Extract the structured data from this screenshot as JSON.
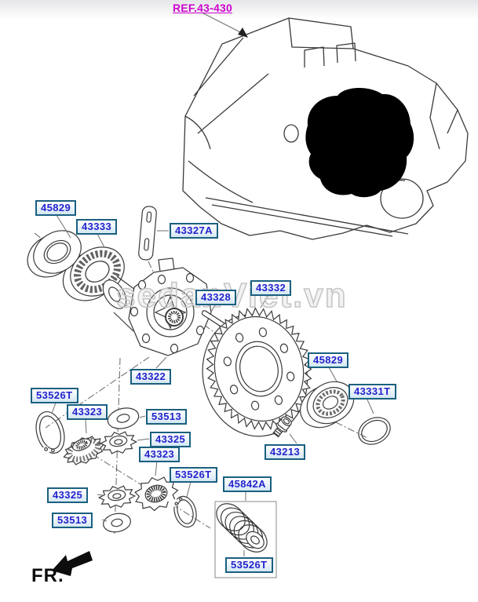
{
  "ref_link": {
    "label": "REF.43-430"
  },
  "watermark": {
    "text": "sedanViet.vn"
  },
  "fr_indicator": {
    "label": "FR."
  },
  "part_labels": [
    {
      "part_no": "45829"
    },
    {
      "part_no": "43333"
    },
    {
      "part_no": "43327A"
    },
    {
      "part_no": "43328"
    },
    {
      "part_no": "43332"
    },
    {
      "part_no": "43322"
    },
    {
      "part_no": "45829"
    },
    {
      "part_no": "43331T"
    },
    {
      "part_no": "53526T"
    },
    {
      "part_no": "43323"
    },
    {
      "part_no": "53513"
    },
    {
      "part_no": "43325"
    },
    {
      "part_no": "43323"
    },
    {
      "part_no": "43213"
    },
    {
      "part_no": "53526T"
    },
    {
      "part_no": "45842A"
    },
    {
      "part_no": "43325"
    },
    {
      "part_no": "53513"
    },
    {
      "part_no": "53526T"
    }
  ],
  "colors": {
    "label_text": "#2323cc",
    "label_border": "#1a6080",
    "ref_link": "#cc00cc",
    "line_art": "#3a3a3a",
    "watermark_outline": "#c6c6c6"
  }
}
